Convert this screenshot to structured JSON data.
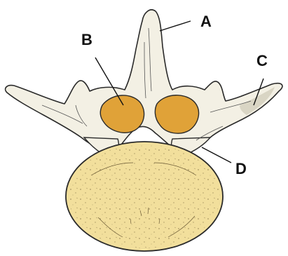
{
  "labels": {
    "a": "A",
    "b": "B",
    "c": "C",
    "d": "D"
  },
  "colors": {
    "bone": "#f3f0e4",
    "bone_shade": "#d9d5c4",
    "lamina": "#e0a238",
    "body": "#f2df9c",
    "outline": "#2a2a2a"
  }
}
